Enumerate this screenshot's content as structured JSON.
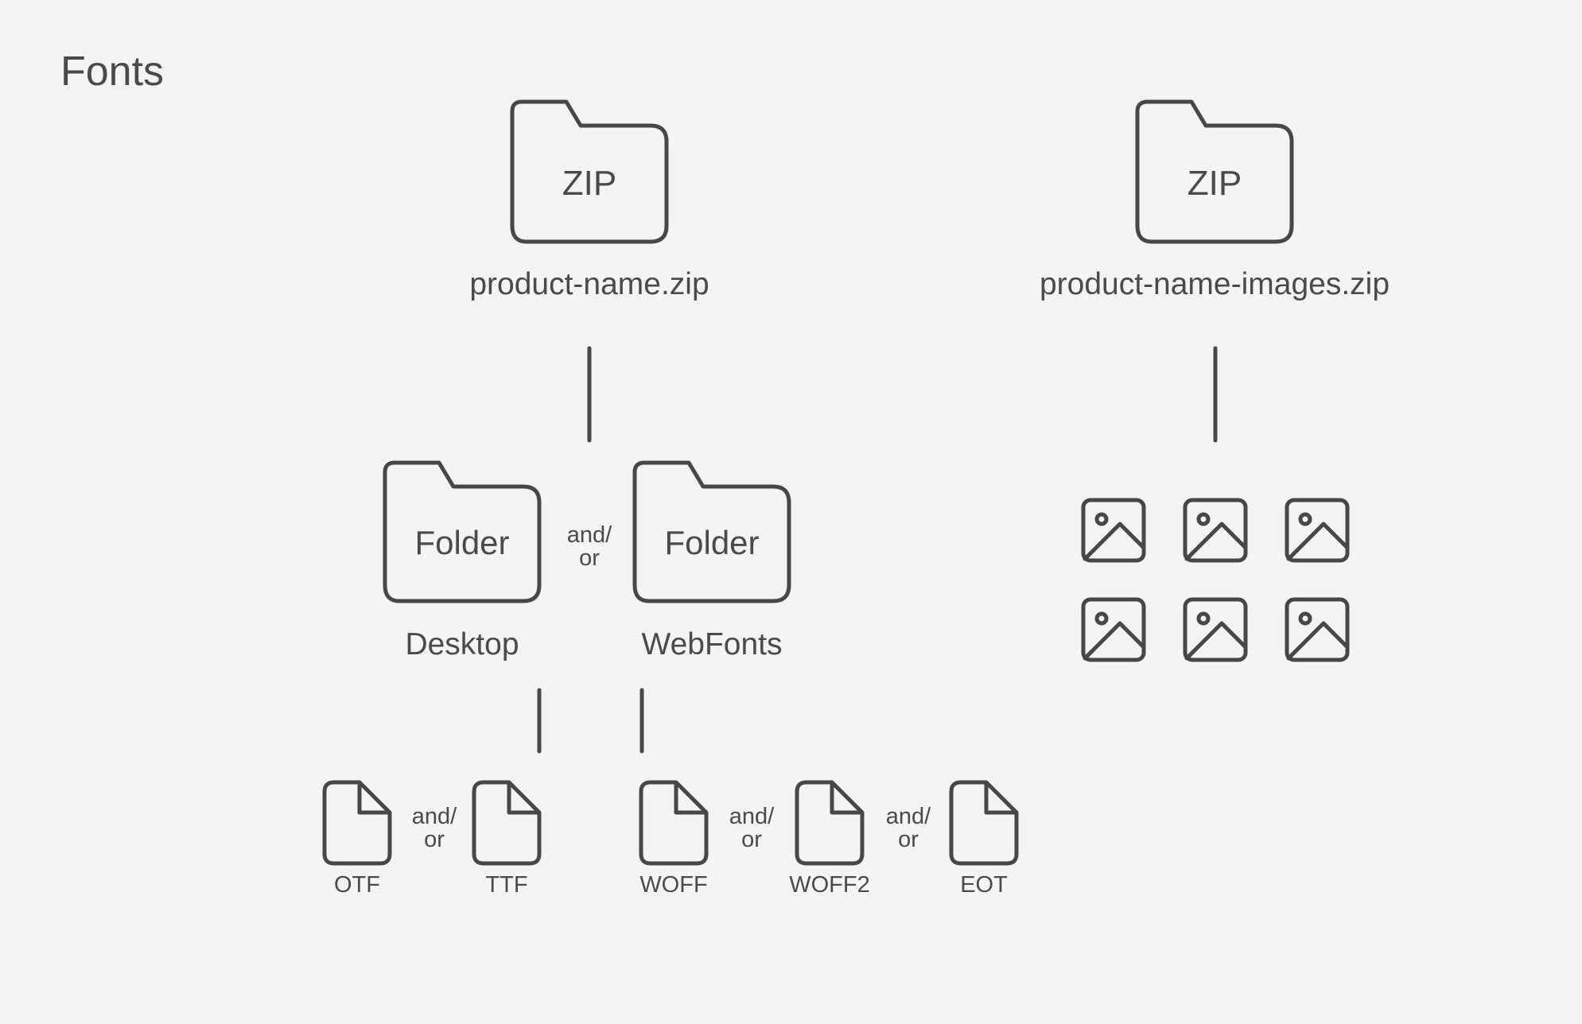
{
  "title": "Fonts",
  "zip_folders": [
    {
      "label": "ZIP",
      "name": "product-name.zip"
    },
    {
      "label": "ZIP",
      "name": "product-name-images.zip"
    }
  ],
  "sub_folders": [
    {
      "label": "Folder",
      "name": "Desktop"
    },
    {
      "label": "Folder",
      "name": "WebFonts"
    }
  ],
  "connector_text": {
    "line1": "and/",
    "line2": "or"
  },
  "files": [
    "OTF",
    "TTF",
    "WOFF",
    "WOFF2",
    "EOT"
  ],
  "image_grid": {
    "rows": 2,
    "columns": 3,
    "icon": "image-icon"
  },
  "colors": {
    "background": "#f4f4f4",
    "stroke": "#474747",
    "text": "#4a4a4a"
  }
}
